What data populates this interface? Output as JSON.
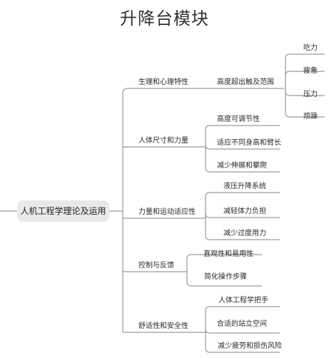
{
  "title": "升降台模块",
  "root": "人机工程学理论及运用",
  "branches": [
    {
      "label": "生理和心理特性",
      "children": [
        {
          "label": "高度超出触及范围",
          "children": [
            "吃力",
            "疲惫",
            "压力",
            "烦躁"
          ]
        }
      ]
    },
    {
      "label": "人体尺寸和力量",
      "children": [
        "高度可调节性",
        "适应不同身高和臂长",
        "减少伸展和攀爬"
      ]
    },
    {
      "label": "力量和运动适应性",
      "children": [
        "液压升降系统",
        "减轻体力负担",
        "减少过度用力"
      ]
    },
    {
      "label": "控制与反馈",
      "children": [
        "直观性和易用性",
        "简化操作步骤"
      ]
    },
    {
      "label": "舒适性和安全性",
      "children": [
        "人体工程学把手",
        "合适的站立空间",
        "减少疲劳和损伤风险"
      ]
    }
  ]
}
